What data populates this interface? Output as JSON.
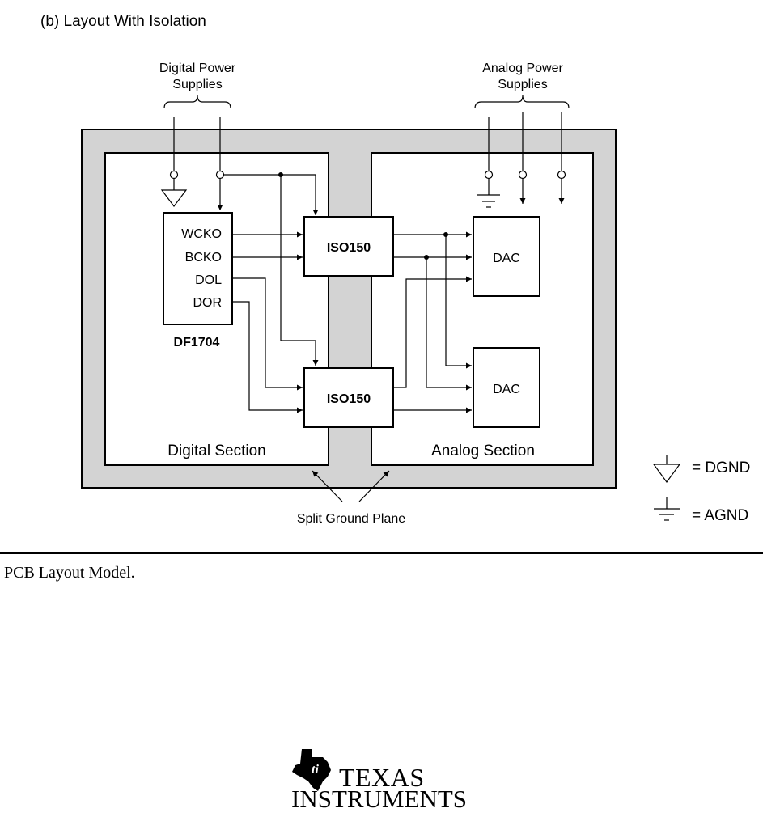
{
  "figure_title": "(b) Layout With Isolation",
  "power": {
    "digital_line1": "Digital Power",
    "digital_line2": "Supplies",
    "analog_line1": "Analog Power",
    "analog_line2": "Supplies"
  },
  "chip": {
    "name": "DF1704",
    "pins": [
      "WCKO",
      "BCKO",
      "DOL",
      "DOR"
    ]
  },
  "isolators": [
    "ISO150",
    "ISO150"
  ],
  "dacs": [
    "DAC",
    "DAC"
  ],
  "sections": {
    "digital": "Digital Section",
    "analog": "Analog Section"
  },
  "split_ground_label": "Split Ground Plane",
  "legend": {
    "dgnd": "= DGND",
    "agnd": "= AGND"
  },
  "caption": "PCB Layout Model.",
  "logo": {
    "line1": "TEXAS",
    "line2": "INSTRUMENTS"
  }
}
